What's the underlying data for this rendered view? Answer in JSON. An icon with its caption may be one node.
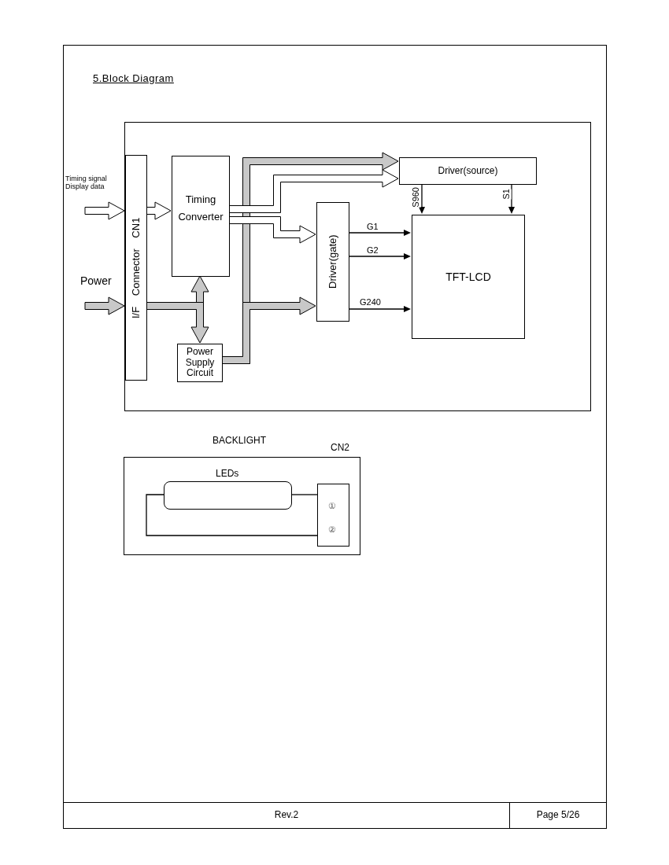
{
  "diagram": {
    "title": "5.Block Diagram",
    "nodes": [
      {
        "text": [],
        "shape": "box"
      },
      {
        "text": [
          "I/F Connector CN1"
        ],
        "in": 0
      },
      {
        "text": [
          "Timing Converter"
        ],
        "in": 0
      },
      {
        "text": [
          "Power Supply Circuit"
        ],
        "in": 0
      },
      {
        "text": [
          "Driver(gate)"
        ],
        "in": 0
      },
      {
        "text": [
          "Driver(source)"
        ],
        "in": 0
      },
      {
        "text": [
          "TFT-LCD"
        ],
        "in": 0
      },
      {
        "text": [
          "BACKLIGHT"
        ]
      },
      {
        "text": [
          "LEDs"
        ],
        "in": 7
      },
      {
        "text": [
          "CN2",
          "①",
          "②"
        ],
        "in": 7
      }
    ],
    "edges": [
      {
        "from": null,
        "to": 1,
        "arrow": "to",
        "label": "Timing signal Display data",
        "style": "thick",
        "color": "#ffffff"
      },
      {
        "from": null,
        "to": 1,
        "arrow": "to",
        "label": "Power",
        "style": "thick",
        "color": "#c8c8c8"
      },
      {
        "from": 1,
        "to": 2,
        "arrow": "to",
        "style": "thick",
        "color": "#ffffff"
      },
      {
        "from": 1,
        "to": 2,
        "arrow": "to",
        "style": "thick",
        "color": "#c8c8c8"
      },
      {
        "from": 1,
        "to": 3,
        "arrow": "to",
        "style": "thick",
        "color": "#c8c8c8"
      },
      {
        "from": 3,
        "to": 5,
        "arrow": "to",
        "style": "thick",
        "color": "#c8c8c8"
      },
      {
        "from": 3,
        "to": 4,
        "arrow": "to",
        "style": "thick",
        "color": "#c8c8c8"
      },
      {
        "from": 2,
        "to": 5,
        "arrow": "to",
        "style": "thick",
        "color": "#ffffff"
      },
      {
        "from": 2,
        "to": 4,
        "arrow": "to",
        "style": "thick",
        "color": "#ffffff"
      },
      {
        "from": 5,
        "to": 6,
        "arrow": "to",
        "label": "S960"
      },
      {
        "from": 5,
        "to": 6,
        "arrow": "to",
        "label": "S1"
      },
      {
        "from": 4,
        "to": 6,
        "arrow": "to",
        "label": "G1"
      },
      {
        "from": 4,
        "to": 6,
        "arrow": "to",
        "label": "G2"
      },
      {
        "from": 4,
        "to": 6,
        "arrow": "to",
        "label": "G240"
      },
      {
        "from": 8,
        "to": 9,
        "arrow": "none"
      },
      {
        "from": 8,
        "to": 9,
        "arrow": "none"
      }
    ],
    "labels": [
      "Rev.2",
      "Page 5/26"
    ]
  }
}
